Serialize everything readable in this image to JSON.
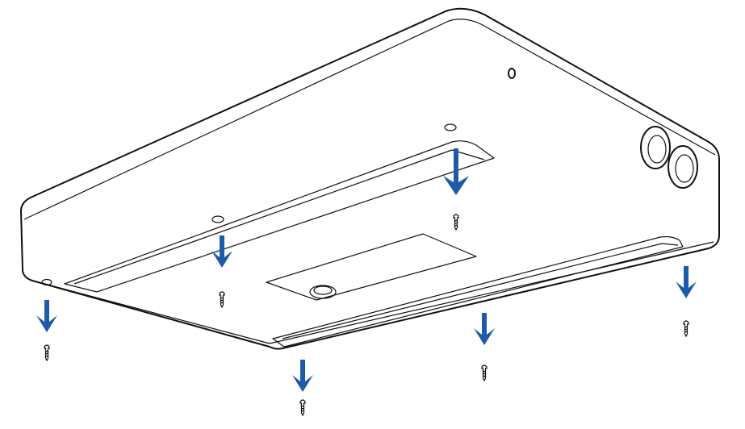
{
  "diagram": {
    "arrow_color": "#1f5aa8",
    "outline_color": "#111111",
    "arrows": [
      {
        "name": "screw-arrow-left"
      },
      {
        "name": "screw-arrow-inner-left"
      },
      {
        "name": "screw-arrow-inner-right"
      },
      {
        "name": "screw-arrow-front-left"
      },
      {
        "name": "screw-arrow-front-middle"
      },
      {
        "name": "screw-arrow-right"
      }
    ],
    "icons": [
      "down-arrow-icon",
      "screw-icon"
    ]
  }
}
